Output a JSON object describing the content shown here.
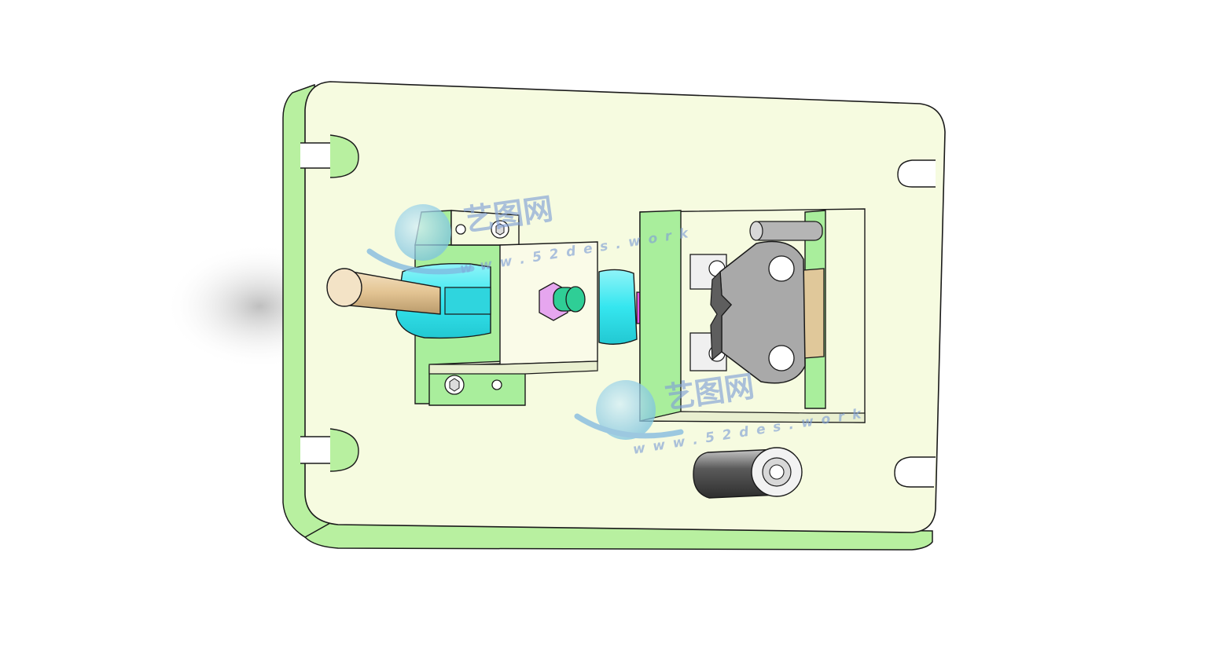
{
  "watermarks": [
    {
      "brand": "艺图网",
      "url": "w w w . 5 2 d e s . w o r k"
    },
    {
      "brand": "艺图网",
      "url": "w w w . 5 2 d e s . w o r k"
    }
  ],
  "colors": {
    "plate_face": "#f6fbe0",
    "plate_edge": "#b8f0a0",
    "block_green": "#a9ee9c",
    "cyan": "#35e6ef",
    "magenta": "#e85ae8",
    "teal": "#2fce96",
    "tan": "#e0c89a",
    "steel": "#a9a9a9",
    "outline": "#1a1a1a"
  }
}
